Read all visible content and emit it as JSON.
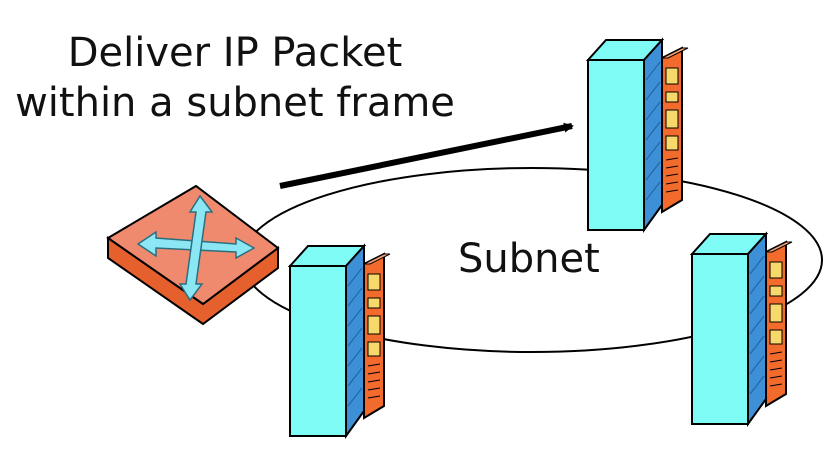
{
  "title": {
    "line1": "Deliver IP Packet",
    "line2": "within a subnet frame"
  },
  "subnet_label": "Subnet",
  "colors": {
    "server_front": "#7ffbf6",
    "server_top": "#7ffbf6",
    "server_side_blue": "#3d8fd6",
    "server_panel_orange": "#f26b2c",
    "server_panel_yellow": "#f7d86a",
    "router_body": "#f08a6e",
    "router_side": "#e6602d",
    "router_arrows": "#8ce7f4",
    "stroke": "#000000"
  },
  "icons": {
    "router": "router-icon",
    "servers": [
      "server-icon",
      "server-icon",
      "server-icon"
    ]
  }
}
